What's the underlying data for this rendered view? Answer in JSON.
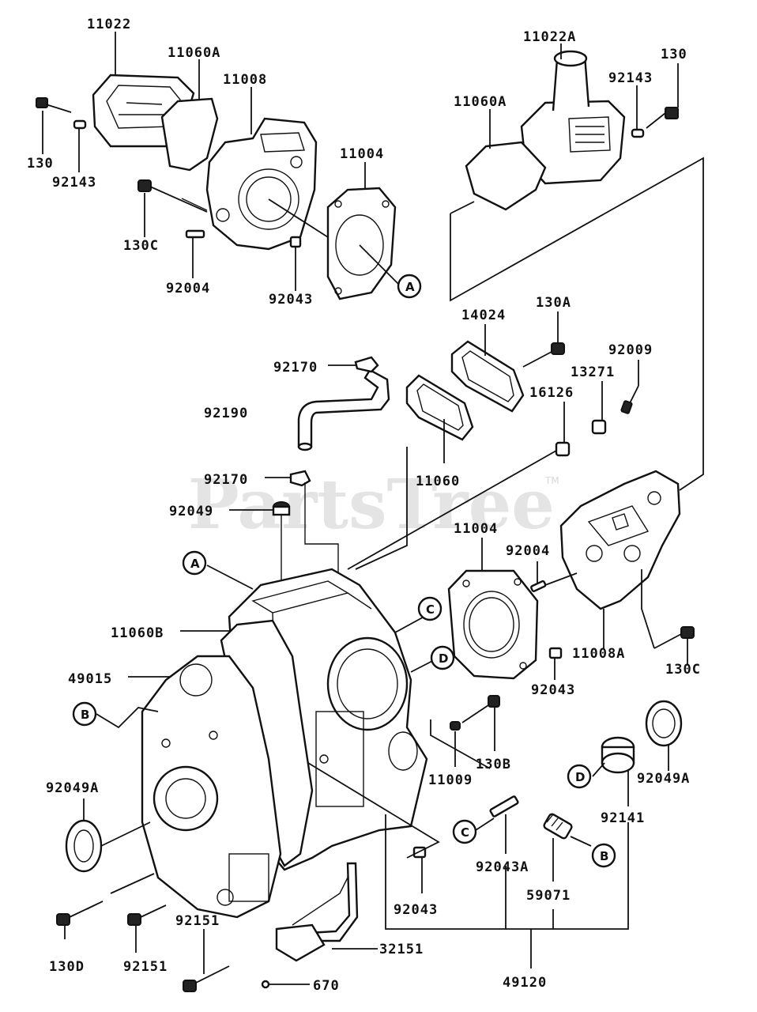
{
  "watermark": {
    "text": "PartsTree",
    "tm": "TM"
  },
  "labels": {
    "p11022": "11022",
    "p11060A_left": "11060A",
    "p11008": "11008",
    "p130_left": "130",
    "p92143_left": "92143",
    "p11004_top": "11004",
    "p130C_left": "130C",
    "p92004_left": "92004",
    "p92043_top": "92043",
    "p11022A": "11022A",
    "p130_right": "130",
    "p92143_right": "92143",
    "p11060A_right": "11060A",
    "p14024": "14024",
    "p130A": "130A",
    "p92009": "92009",
    "p13271": "13271",
    "p92170_top": "92170",
    "p92190": "92190",
    "p16126": "16126",
    "p11060": "11060",
    "p92170_mid": "92170",
    "p92049": "92049",
    "p11004_mid": "11004",
    "p92004_right": "92004",
    "p11060B": "11060B",
    "p11008A": "11008A",
    "p130C_right": "130C",
    "p49015": "49015",
    "p92043_right": "92043",
    "p130B": "130B",
    "p11009": "11009",
    "p92049A_left": "92049A",
    "p92049A_right": "92049A",
    "p92141": "92141",
    "p92043A": "92043A",
    "p59071": "59071",
    "p92043_bottom": "92043",
    "p92151_mid": "92151",
    "p92151_low": "92151",
    "p32151": "32151",
    "p130D": "130D",
    "p670": "670",
    "p49120": "49120"
  },
  "callouts": {
    "A": "A",
    "B": "B",
    "C": "C",
    "D": "D"
  }
}
